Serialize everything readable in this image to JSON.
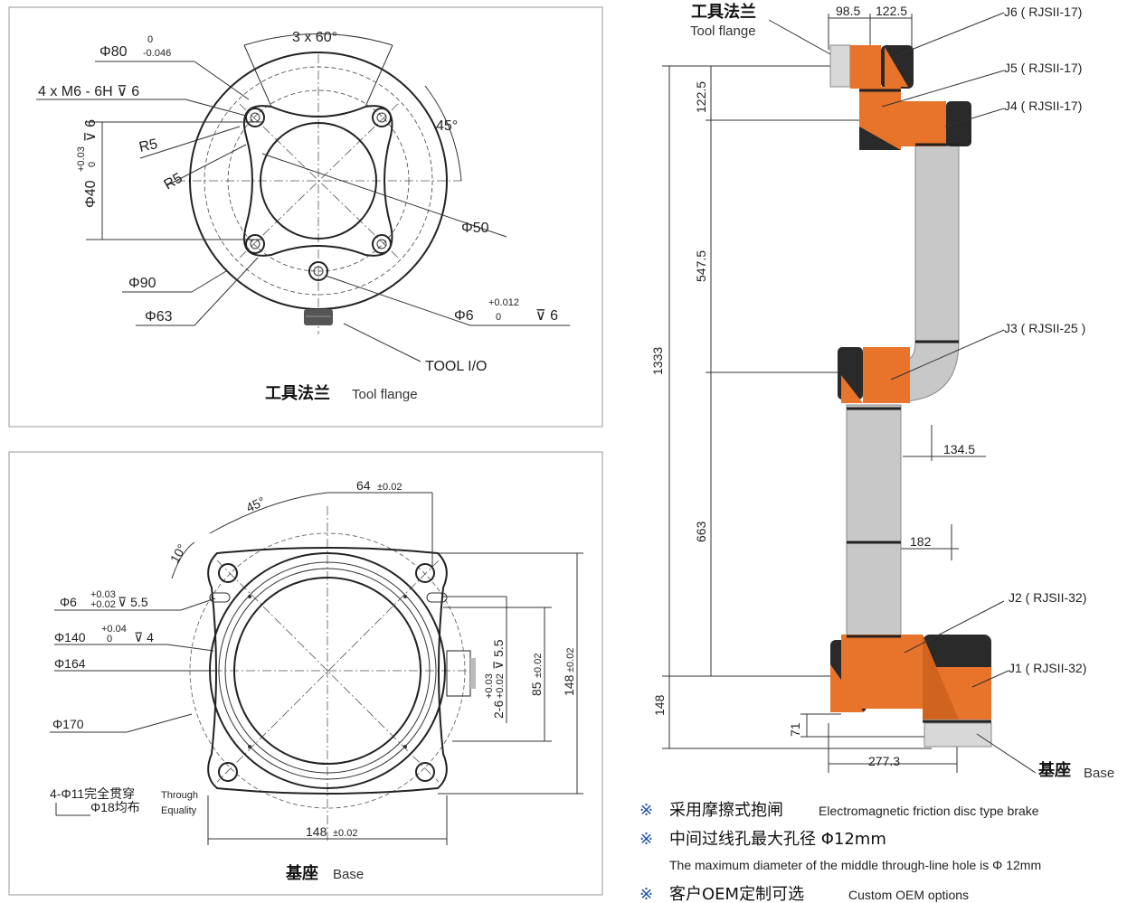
{
  "tool_flange": {
    "caption_cn": "工具法兰",
    "caption_en": "Tool flange",
    "dims": {
      "angle_pattern": "3 x 60°",
      "outer_dia": "Φ80",
      "outer_tol_upper": "0",
      "outer_tol_lower": "-0.046",
      "thread": "4 x M6 - 6H ⊽ 6",
      "r5_a": "R5",
      "r5_b": "R5",
      "angle45": "45°",
      "pilot_dia": "Φ40",
      "pilot_tol_upper": "+0.03",
      "pilot_tol_lower": "0",
      "pilot_depth": "⊽ 6",
      "dia50": "Φ50",
      "dia90": "Φ90",
      "dia63": "Φ63",
      "pin_dia": "Φ6",
      "pin_tol_upper": "+0.012",
      "pin_tol_lower": "0",
      "pin_depth": "⊽ 6",
      "tool_io": "TOOL  I/O"
    }
  },
  "base": {
    "caption_cn": "基座",
    "caption_en": "Base",
    "dims": {
      "w64": "64",
      "w64_tol": "±0.02",
      "angle45": "45°",
      "angle10": "10°",
      "pin_dia": "Φ6",
      "pin_tol_upper": "+0.03",
      "pin_tol_lower": "+0.02",
      "pin_depth": "⊽ 5.5",
      "dia140": "Φ140",
      "dia140_tol_upper": "+0.04",
      "dia140_tol_lower": "0",
      "dia140_depth": "⊽ 4",
      "dia164": "Φ164",
      "dia170": "Φ170",
      "holes_main": "4-Φ11完全贯穿",
      "holes_main_en": "Through",
      "holes_sub": "Φ18均布",
      "holes_sub_en": "Equality",
      "w148_bottom": "148",
      "w148_bottom_tol": "±0.02",
      "pin2": "2-6",
      "pin2_tol_upper": "+0.03",
      "pin2_tol_lower": "+0.02",
      "pin2_depth": "⊽ 5.5",
      "h85": "85",
      "h85_tol": "±0.02",
      "h148": "148",
      "h148_tol": "±0.02"
    }
  },
  "robot": {
    "tool_flange_cn": "工具法兰",
    "tool_flange_en": "Tool flange",
    "base_cn": "基座",
    "base_en": "Base",
    "top_dims": [
      "98.5",
      "122.5"
    ],
    "joints": [
      "J6 ( RJSII-17)",
      "J5 ( RJSII-17)",
      "J4 ( RJSII-17)",
      "J3 ( RJSII-25 )",
      "J2 ( RJSII-32)",
      "J1 ( RJSII-32)"
    ],
    "vertical_dims": {
      "total": "1333",
      "d122": "122.5",
      "d547": "547.5",
      "d663": "663",
      "d148": "148",
      "d71": "71"
    },
    "horizontal_dims": {
      "d134": "134.5",
      "d182": "182",
      "d277": "277.3"
    },
    "colors": {
      "orange": "#e8732a",
      "dark": "#2a2a2a",
      "tube": "#c8c8c8"
    }
  },
  "notes": {
    "mark": "※",
    "n1_cn": "采用摩擦式抱闸",
    "n1_en": "Electromagnetic friction disc type brake",
    "n2_cn": "中间过线孔最大孔径 Φ12mm",
    "n2_en": "The maximum diameter of the middle through-line hole is Φ 12mm",
    "n3_cn": "客户OEM定制可选",
    "n3_en": "Custom OEM options"
  }
}
